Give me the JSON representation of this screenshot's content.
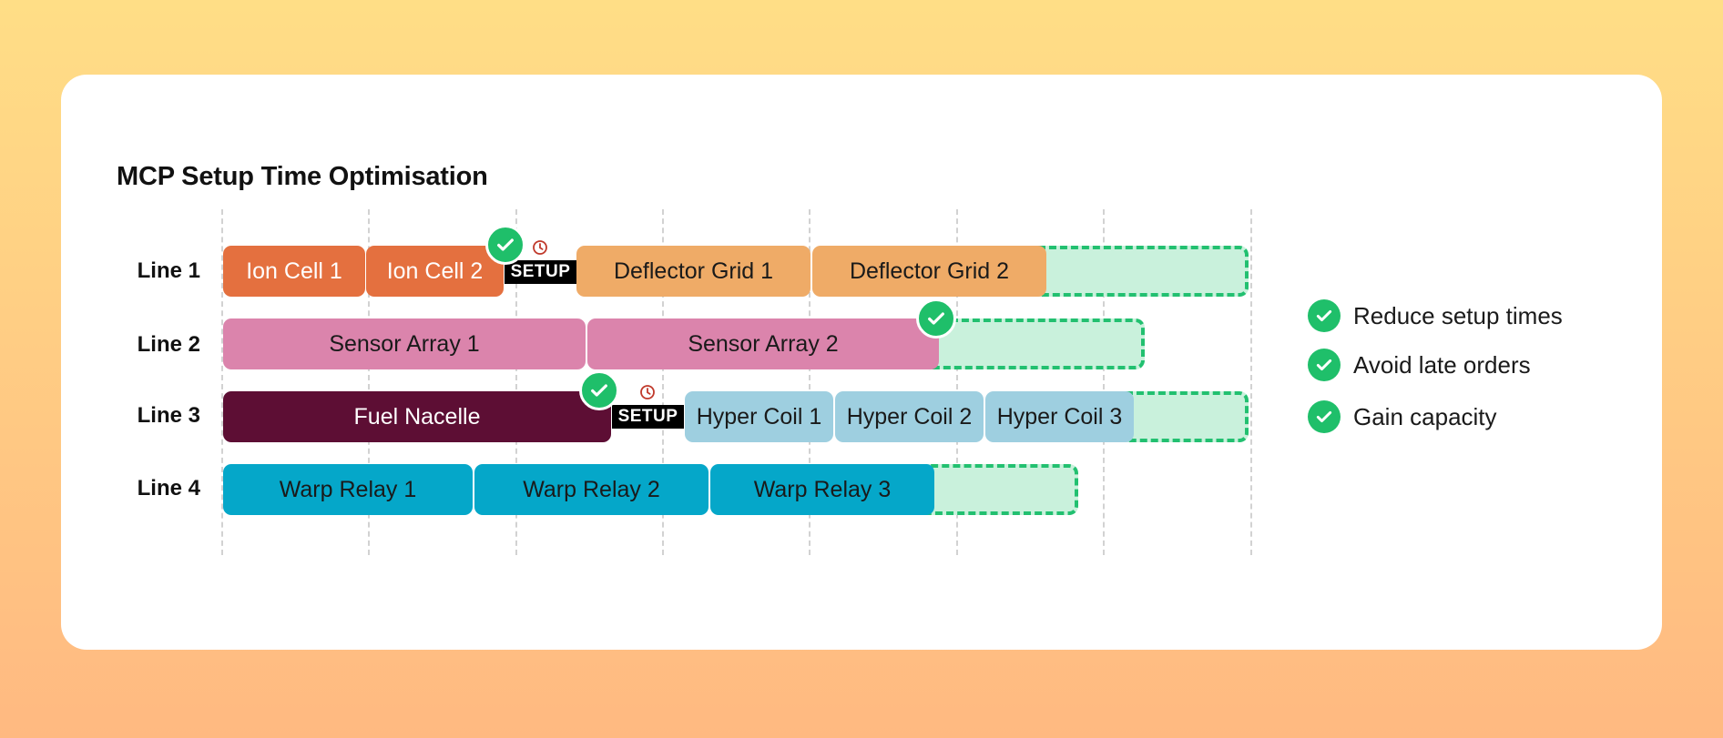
{
  "title": "MCP Setup Time Optimisation",
  "rows": [
    {
      "label": "Line 1"
    },
    {
      "label": "Line 2"
    },
    {
      "label": "Line 3"
    },
    {
      "label": "Line 4"
    }
  ],
  "tasks": {
    "ion_cell_1": "Ion Cell 1",
    "ion_cell_2": "Ion Cell 2",
    "deflector_grid_1": "Deflector Grid 1",
    "deflector_grid_2": "Deflector Grid 2",
    "sensor_array_1": "Sensor Array 1",
    "sensor_array_2": "Sensor Array 2",
    "fuel_nacelle": "Fuel Nacelle",
    "hyper_coil_1": "Hyper Coil 1",
    "hyper_coil_2": "Hyper Coil 2",
    "hyper_coil_3": "Hyper Coil 3",
    "warp_relay_1": "Warp Relay 1",
    "warp_relay_2": "Warp Relay 2",
    "warp_relay_3": "Warp Relay 3"
  },
  "setup_label": "SETUP",
  "legend": [
    {
      "label": "Reduce setup times",
      "icon": "check-circle-icon"
    },
    {
      "label": "Avoid late orders",
      "icon": "check-circle-icon"
    },
    {
      "label": "Gain capacity",
      "icon": "check-circle-icon"
    }
  ],
  "colors": {
    "ion_cell": "#e4703f",
    "deflector_grid": "#efab67",
    "sensor_array": "#db84ac",
    "fuel_nacelle": "#5d0e34",
    "hyper_coil": "#9ecfe0",
    "warp_relay": "#05a7c9",
    "slack_fill": "#c9f1dc",
    "slack_border": "#22c070",
    "check": "#1fbf6a",
    "setup": "#000000",
    "clock": "#c0392b"
  }
}
